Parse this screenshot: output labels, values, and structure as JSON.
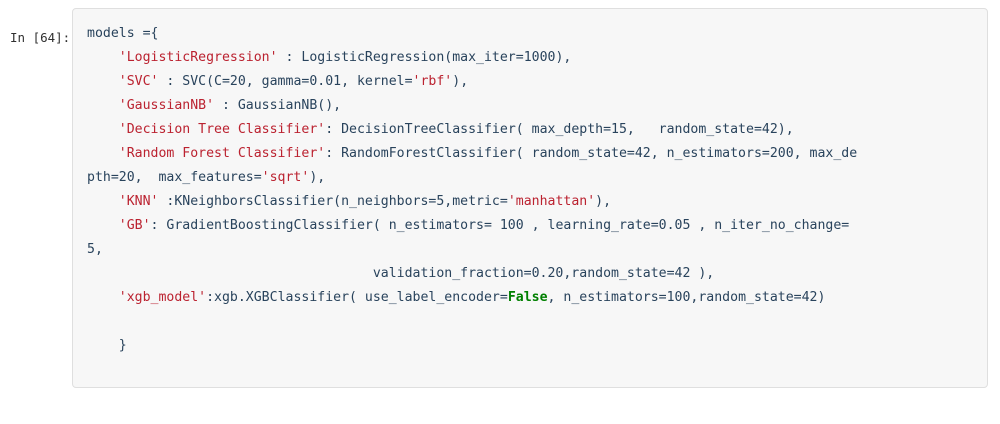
{
  "cell": {
    "prompt_label": "In [64]:",
    "execution_count": 64,
    "cell_type": "code",
    "language": "python",
    "colors": {
      "cell_background": "#f7f7f7",
      "cell_border": "#dfdfdf",
      "page_background": "#ffffff",
      "prompt_text": "#303030",
      "code_default": "#29435c",
      "string_literal": "#bb2230",
      "keyword": "#008000"
    },
    "source_lines": [
      "models ={",
      "    'LogisticRegression' : LogisticRegression(max_iter=1000),",
      "    'SVC' : SVC(C=20, gamma=0.01, kernel='rbf'),",
      "    'GaussianNB' : GaussianNB(),",
      "    'Decision Tree Classifier': DecisionTreeClassifier( max_depth=15,   random_state=42),",
      "    'Random Forest Classifier': RandomForestClassifier( random_state=42, n_estimators=200, max_depth=20,  max_features='sqrt'),",
      "    'KNN' :KNeighborsClassifier(n_neighbors=5,metric='manhattan'),",
      "    'GB': GradientBoostingClassifier( n_estimators= 100 , learning_rate=0.05 , n_iter_no_change=5,",
      "                                    validation_fraction=0.20,random_state=42 ),",
      "    'xgb_model':xgb.XGBClassifier( use_label_encoder=False, n_estimators=100,random_state=42)",
      "",
      "    }"
    ],
    "rendered_lines": [
      [
        {
          "t": "models ={",
          "c": "plain"
        }
      ],
      [
        {
          "t": "    ",
          "c": "plain"
        },
        {
          "t": "'LogisticRegression'",
          "c": "str"
        },
        {
          "t": " : LogisticRegression(max_iter=1000),",
          "c": "plain"
        }
      ],
      [
        {
          "t": "    ",
          "c": "plain"
        },
        {
          "t": "'SVC'",
          "c": "str"
        },
        {
          "t": " : SVC(C=20, gamma=0.01, kernel=",
          "c": "plain"
        },
        {
          "t": "'rbf'",
          "c": "str"
        },
        {
          "t": "),",
          "c": "plain"
        }
      ],
      [
        {
          "t": "    ",
          "c": "plain"
        },
        {
          "t": "'GaussianNB'",
          "c": "str"
        },
        {
          "t": " : GaussianNB(),",
          "c": "plain"
        }
      ],
      [
        {
          "t": "    ",
          "c": "plain"
        },
        {
          "t": "'Decision Tree Classifier'",
          "c": "str"
        },
        {
          "t": ": DecisionTreeClassifier( max_depth=15,   random_state=42),",
          "c": "plain"
        }
      ],
      [
        {
          "t": "    ",
          "c": "plain"
        },
        {
          "t": "'Random Forest Classifier'",
          "c": "str"
        },
        {
          "t": ": RandomForestClassifier( random_state=42, n_estimators=200, max_de",
          "c": "plain"
        }
      ],
      [
        {
          "t": "pth=20,  max_features=",
          "c": "plain"
        },
        {
          "t": "'sqrt'",
          "c": "str"
        },
        {
          "t": "),",
          "c": "plain"
        }
      ],
      [
        {
          "t": "    ",
          "c": "plain"
        },
        {
          "t": "'KNN'",
          "c": "str"
        },
        {
          "t": " :KNeighborsClassifier(n_neighbors=5,metric=",
          "c": "plain"
        },
        {
          "t": "'manhattan'",
          "c": "str"
        },
        {
          "t": "),",
          "c": "plain"
        }
      ],
      [
        {
          "t": "    ",
          "c": "plain"
        },
        {
          "t": "'GB'",
          "c": "str"
        },
        {
          "t": ": GradientBoostingClassifier( n_estimators= 100 , learning_rate=0.05 , n_iter_no_change=",
          "c": "plain"
        }
      ],
      [
        {
          "t": "5,",
          "c": "plain"
        }
      ],
      [
        {
          "t": "                                    validation_fraction=0.20,random_state=42 ),",
          "c": "plain"
        }
      ],
      [
        {
          "t": "    ",
          "c": "plain"
        },
        {
          "t": "'xgb_model'",
          "c": "str"
        },
        {
          "t": ":xgb.XGBClassifier( use_label_encoder=",
          "c": "plain"
        },
        {
          "t": "False",
          "c": "kw"
        },
        {
          "t": ", n_estimators=100,random_state=42)",
          "c": "plain"
        }
      ],
      [
        {
          "t": "",
          "c": "plain"
        }
      ],
      [
        {
          "t": "    }",
          "c": "plain"
        }
      ]
    ]
  }
}
